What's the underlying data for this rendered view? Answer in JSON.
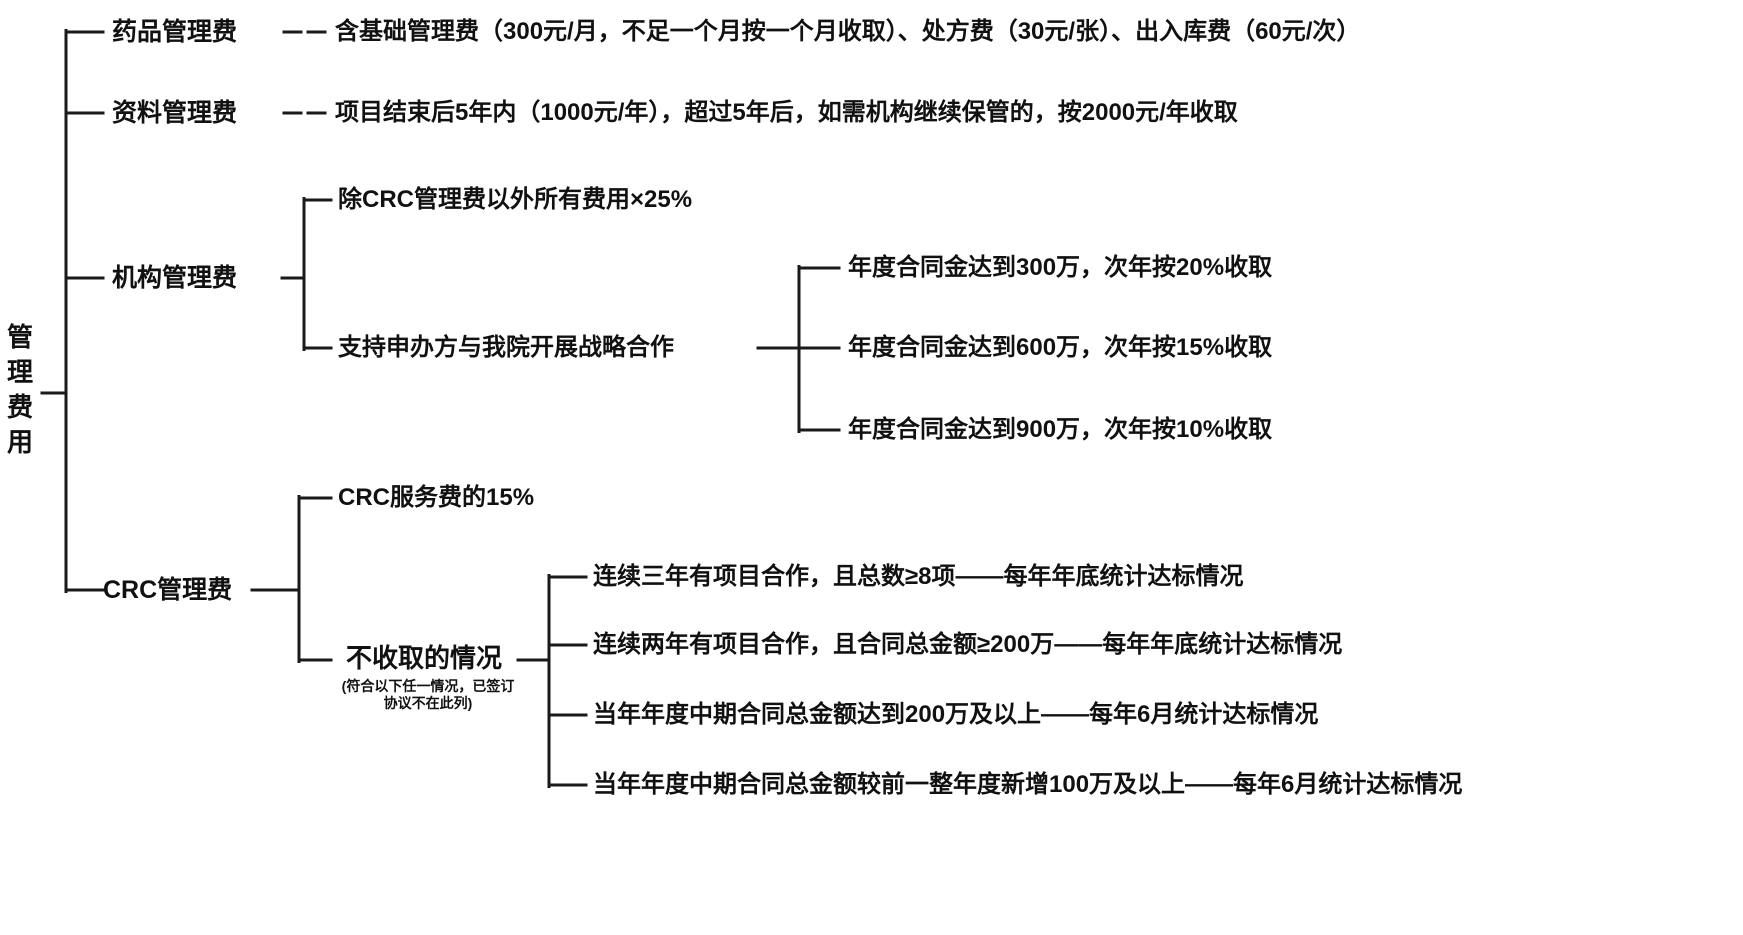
{
  "diagram": {
    "root": "管理费用",
    "branch1": {
      "label": "药品管理费",
      "detail": "含基础管理费（300元/月，不足一个月按一个月收取）、处方费（30元/张）、出入库费（60元/次）"
    },
    "branch2": {
      "label": "资料管理费",
      "detail": "项目结束后5年内（1000元/年），超过5年后，如需机构继续保管的，按2000元/年收取"
    },
    "branch3": {
      "label": "机构管理费",
      "child1": "除CRC管理费以外所有费用×25%",
      "child2": "支持申办方与我院开展战略合作",
      "tiers": [
        "年度合同金达到300万，次年按20%收取",
        "年度合同金达到600万，次年按15%收取",
        "年度合同金达到900万，次年按10%收取"
      ]
    },
    "branch4": {
      "label": "CRC管理费",
      "child1": "CRC服务费的15%",
      "child2_title": "不收取的情况",
      "child2_note": "(符合以下任一情况，已签订协议不在此列)",
      "conditions": [
        "连续三年有项目合作，且总数≥8项——每年年底统计达标情况",
        "连续两年有项目合作，且合同总金额≥200万——每年年底统计达标情况",
        "当年年度中期合同总金额达到200万及以上——每年6月统计达标情况",
        "当年年度中期合同总金额较前一整年度新增100万及以上——每年6月统计达标情况"
      ]
    }
  }
}
